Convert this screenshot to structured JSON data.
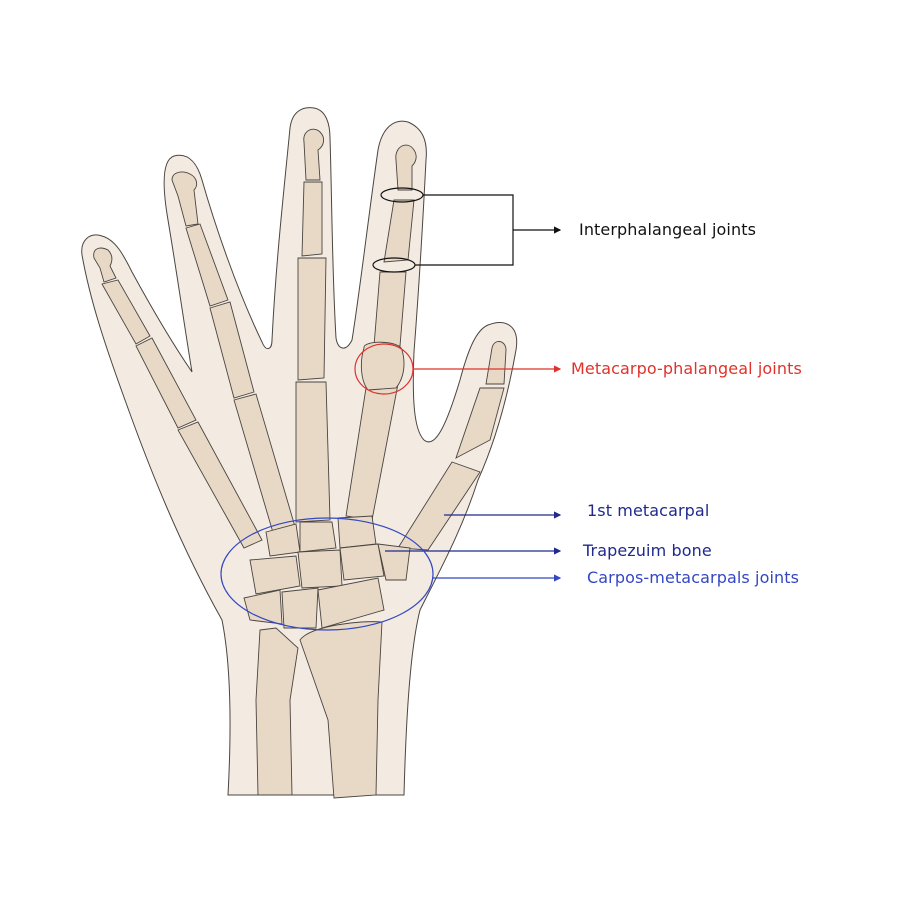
{
  "diagram": {
    "subject": "Bones and joints of the hand (dorsal view)",
    "colors": {
      "skin_fill": "#f3ebe2",
      "bone_fill": "#e8d8c6",
      "outline": "#4a4540",
      "black_annotation": "#111111",
      "red_annotation": "#e0322a",
      "navy_annotation": "#1f2a8c",
      "blue_annotation": "#3347c4"
    },
    "labels": {
      "interphalangeal": "Interphalangeal joints",
      "metacarpo_phalangeal": "Metacarpo-phalangeal joints",
      "first_metacarpal": "1st metacarpal",
      "trapezium": "Trapezuim bone",
      "carpo_metacarpal": "Carpos-metacarpals joints"
    }
  }
}
